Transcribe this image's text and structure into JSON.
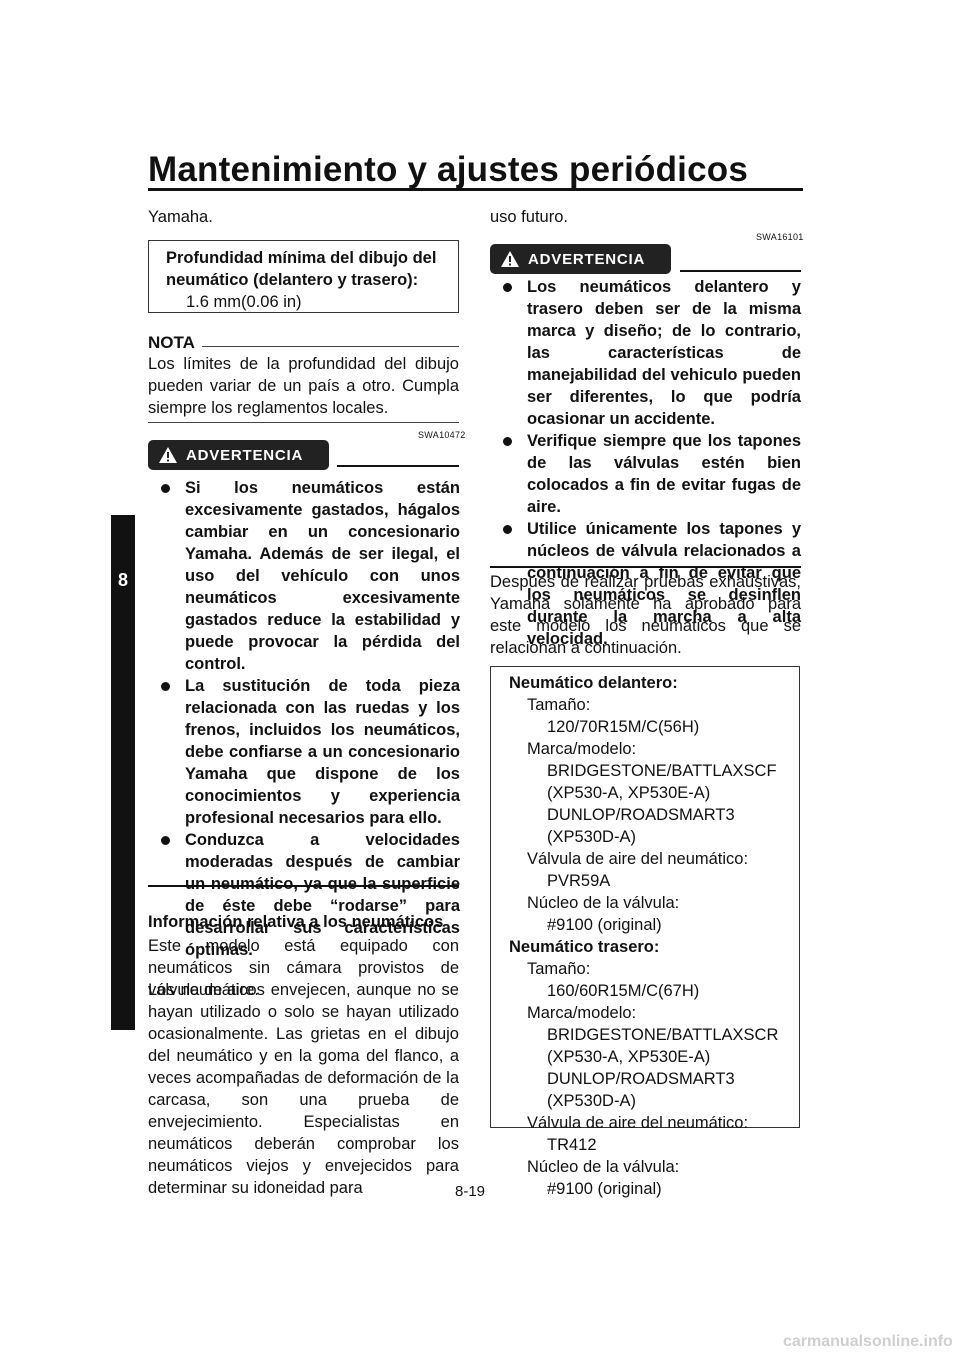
{
  "header": {
    "title": "Mantenimiento y ajustes periódicos"
  },
  "chapter_tab": {
    "number": "8"
  },
  "left": {
    "intro": "Yamaha.",
    "tread_box": {
      "label": "Profundidad mínima del dibujo del neumático (delantero y trasero):",
      "value": "1.6 mm(0.06 in)"
    },
    "nota": {
      "label": "NOTA",
      "text": "Los límites de la profundidad del dibujo pueden variar de un país a otro. Cumpla siempre los reglamentos locales."
    },
    "warning1": {
      "code": "SWA10472",
      "label": "ADVERTENCIA",
      "items": [
        "Si los neumáticos están excesivamente gastados, hágalos cambiar en un concesionario Yamaha. Además de ser ilegal, el uso del vehículo con unos neumáticos excesivamente gastados reduce la estabilidad y puede provocar la pérdida del control.",
        "La sustitución de toda pieza relacionada con las ruedas y los frenos, incluidos los neumáticos, debe confiarse a un concesionario Yamaha que dispone de los conocimientos y experiencia profesional necesarios para ello.",
        "Conduzca a velocidades moderadas después de cambiar un neumático, ya que la superficie de éste debe “rodarse” para desarrollar sus características óptimas."
      ]
    },
    "tire_info": {
      "heading": "Información relativa a los neumáticos",
      "para1": "Este modelo está equipado con neumáticos sin cámara provistos de válvula de aire.",
      "para2": "Los neumáticos envejecen, aunque no se hayan utilizado o solo se hayan utilizado ocasionalmente. Las grietas en el dibujo del neumático y en la goma del flanco, a veces acompañadas de deformación de la carcasa, son una prueba de envejecimiento. Especialistas en neumáticos deberán comprobar los neumáticos viejos y envejecidos para determinar su idoneidad para"
    }
  },
  "right": {
    "intro": "uso futuro.",
    "warning2": {
      "code": "SWA16101",
      "label": "ADVERTENCIA",
      "items": [
        "Los neumáticos delantero y trasero deben ser de la misma marca y diseño; de lo contrario, las características de manejabilidad del vehiculo pueden ser diferentes, lo que podría ocasionar un accidente.",
        "Verifique siempre que los tapones de las válvulas estén bien colocados a fin de evitar fugas de aire.",
        "Utilice únicamente los tapones y núcleos de válvula relacionados a continuación a fin de evitar que los neumáticos se desinflen durante la marcha a alta velocidad."
      ]
    },
    "after_text": "Después de realizar pruebas exhaustivas, Yamaha solamente ha aprobado para este modelo los neumáticos que se relacionan a continuación.",
    "specs": {
      "front": {
        "heading": "Neumático delantero:",
        "size_label": "Tamaño:",
        "size": "120/70R15M/C(56H)",
        "brand_label": "Marca/modelo:",
        "brand1": "BRIDGESTONE/BATTLAXSCF",
        "brand1_models": "(XP530-A, XP530E-A)",
        "brand2": "DUNLOP/ROADSMART3",
        "brand2_models": "(XP530D-A)",
        "valve_label": "Válvula de aire del neumático:",
        "valve": "PVR59A",
        "core_label": "Núcleo de la válvula:",
        "core": "#9100 (original)"
      },
      "rear": {
        "heading": "Neumático trasero:",
        "size_label": "Tamaño:",
        "size": "160/60R15M/C(67H)",
        "brand_label": "Marca/modelo:",
        "brand1": "BRIDGESTONE/BATTLAXSCR",
        "brand1_models": "(XP530-A, XP530E-A)",
        "brand2": "DUNLOP/ROADSMART3",
        "brand2_models": "(XP530D-A)",
        "valve_label": "Válvula de aire del neumático:",
        "valve": "TR412",
        "core_label": "Núcleo de la válvula:",
        "core": "#9100 (original)"
      }
    }
  },
  "footer": {
    "page_number": "8-19",
    "watermark": "carmanualsonline.info"
  }
}
